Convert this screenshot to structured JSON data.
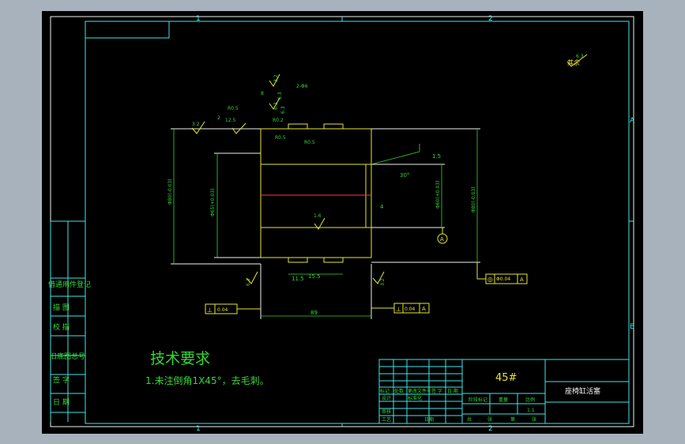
{
  "border": {
    "zone_top": [
      "1",
      "2"
    ],
    "zone_bottom": [
      "1",
      "2"
    ],
    "zone_right": [
      "A",
      "B"
    ]
  },
  "surface_finish_other": "其余",
  "surface_finish_other_value": "6.3",
  "technical_requirements": {
    "heading": "技术要求",
    "items": [
      "1.未注倒角1X45°，去毛刺。"
    ]
  },
  "left_strip_labels": [
    "借通用件登记",
    "描 图",
    "校 描",
    "旧底图总号",
    "签 字",
    "日 期"
  ],
  "title_block": {
    "material": "45#",
    "part_name": "座椅缸活塞",
    "scale_value": "1:1",
    "header_labels": [
      "标记",
      "处数",
      "更改文件号",
      "签 字",
      "日 期"
    ],
    "row_labels": [
      "设计",
      "标准化",
      "审核",
      "工艺",
      "日期"
    ],
    "stage_labels": [
      "阶段标记",
      "重量",
      "比例"
    ],
    "bottom_labels": [
      "共",
      "张",
      "第",
      "张"
    ]
  },
  "dimensions": {
    "length_overall": "89",
    "groove_width": "11.5",
    "groove_pitch": "15.5",
    "chamfer": "1.5",
    "center_offset": "4",
    "angle": "30°",
    "perpendicularity_left": "0.04",
    "perpendicularity_right": "0.04",
    "perpendicularity_symbol": "⊥",
    "datum_letter": "A",
    "concentricity": "Φ0.04",
    "concentricity_symbol": "◎",
    "thread_note": "2-Φ6",
    "small_values": [
      "3.2",
      "2",
      "12.5",
      "3.2",
      "8",
      "6.3",
      "6.3",
      "3.2",
      "1.6",
      "6.3",
      "6.3"
    ],
    "diameters": [
      "Φ80(-0.03)",
      "Φ65(+0.03)",
      "Φ60(+0.03)",
      "Φ80(-0.03)"
    ],
    "radius_labels": [
      "R0.5",
      "R0.2",
      "R0.5",
      "R0.5"
    ]
  }
}
